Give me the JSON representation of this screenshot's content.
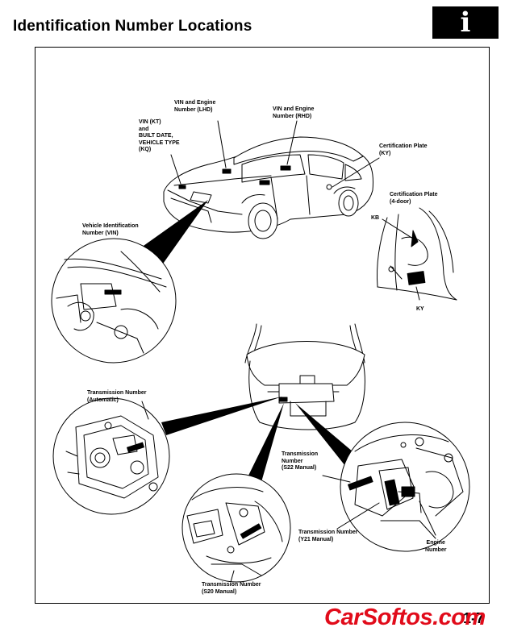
{
  "page": {
    "title": "Identification Number Locations",
    "badge_letter": "i",
    "page_number": "1-7"
  },
  "labels": {
    "vin_engine_lhd": "VIN and Engine\nNumber (LHD)",
    "vin_engine_rhd": "VIN and Engine\nNumber (RHD)",
    "vin_kt": "VIN (KT)\nand\nBUILT DATE,\nVEHICLE TYPE\n(KQ)",
    "cert_plate_ky": "Certification Plate\n(KY)",
    "cert_plate_4door": "Certification Plate\n(4-door)",
    "kb": "KB",
    "ky": "KY",
    "vin": "Vehicle Identification\nNumber (VIN)",
    "trans_auto": "Transmission Number\n(Automatic)",
    "trans_s22": "Transmission\nNumber\n(S22 Manual)",
    "trans_y21": "Transmission Number\n(Y21 Manual)",
    "engine_number": "Engine\nNumber",
    "trans_s20": "Transmission Number\n(S20 Manual)"
  },
  "watermark": {
    "text": "CarSoftos.com",
    "color": "#e10b1a"
  }
}
